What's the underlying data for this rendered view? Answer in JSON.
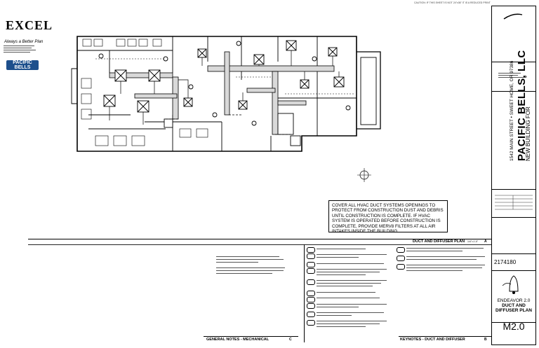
{
  "caution": "CAUTION: IF THIS SHEET IS NOT 24\"x36\" IT IS A REDUCED PRINT",
  "firm": {
    "name": "EXCEL",
    "tagline": "Always a Better Plan"
  },
  "client_logo": {
    "line1": "PACIFIC",
    "line2": "BELLS"
  },
  "project": {
    "label": "NEW BUILDING FOR",
    "name": "PACIFIC BELLS, LLC",
    "address": "1542 MAIN STREET • SWEET HOME, OR 97386"
  },
  "project_number": "2174180",
  "sheet": {
    "subtitle": "ENDEAVOR 2.0",
    "title_line1": "DUCT AND",
    "title_line2": "DIFFUSER PLAN",
    "number": "M2.0"
  },
  "cover_note": "COVER ALL HVAC DUCT SYSTEMS OPENINGS TO PROTECT FROM CONSTRUCTION DUST AND DEBRIS UNTIL CONSTRUCTION IS COMPLETE. IF HVAC SYSTEM IS OPERATED BEFORE CONSTRUCTION IS COMPLETE, PROVIDE MERV8 FILTERS AT ALL AIR INTAKES INSIDE THE BUILDING.",
  "plan_title": {
    "title": "DUCT AND DIFFUSER PLAN",
    "scale": "1/4\"=1'-0\"",
    "id": "A"
  },
  "general_notes": {
    "title": "GENERAL NOTES - MECHANICAL",
    "id": "C"
  },
  "keynotes": {
    "title": "KEYNOTES - DUCT AND DIFFUSER",
    "id": "B"
  }
}
